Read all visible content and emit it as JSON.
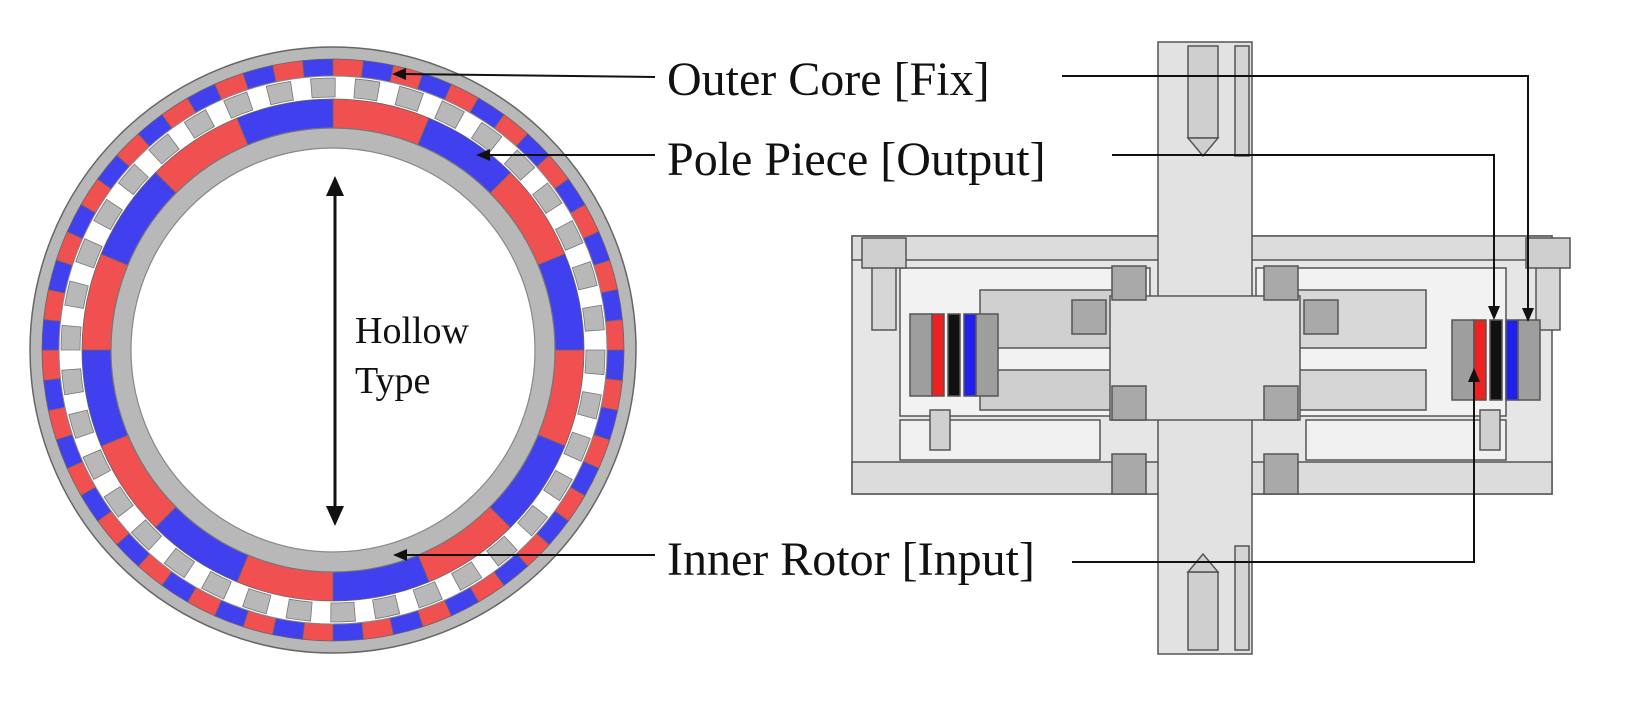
{
  "labels": {
    "outer_core": "Outer Core [Fix]",
    "pole_piece": "Pole Piece [Output]",
    "inner_rotor": "Inner Rotor [Input]",
    "hollow_line1": "Hollow",
    "hollow_line2": "Type"
  },
  "colors": {
    "magnet_red": "#f05050",
    "magnet_blue": "#4040ee",
    "steel_gray": "#b8b8b8",
    "body_light": "#e4e4e4",
    "outline": "#555555",
    "leader": "#111111"
  },
  "ring_counts": {
    "inner_rotor_segments": 16,
    "pole_pieces": 38,
    "outer_magnet_segments": 60
  }
}
